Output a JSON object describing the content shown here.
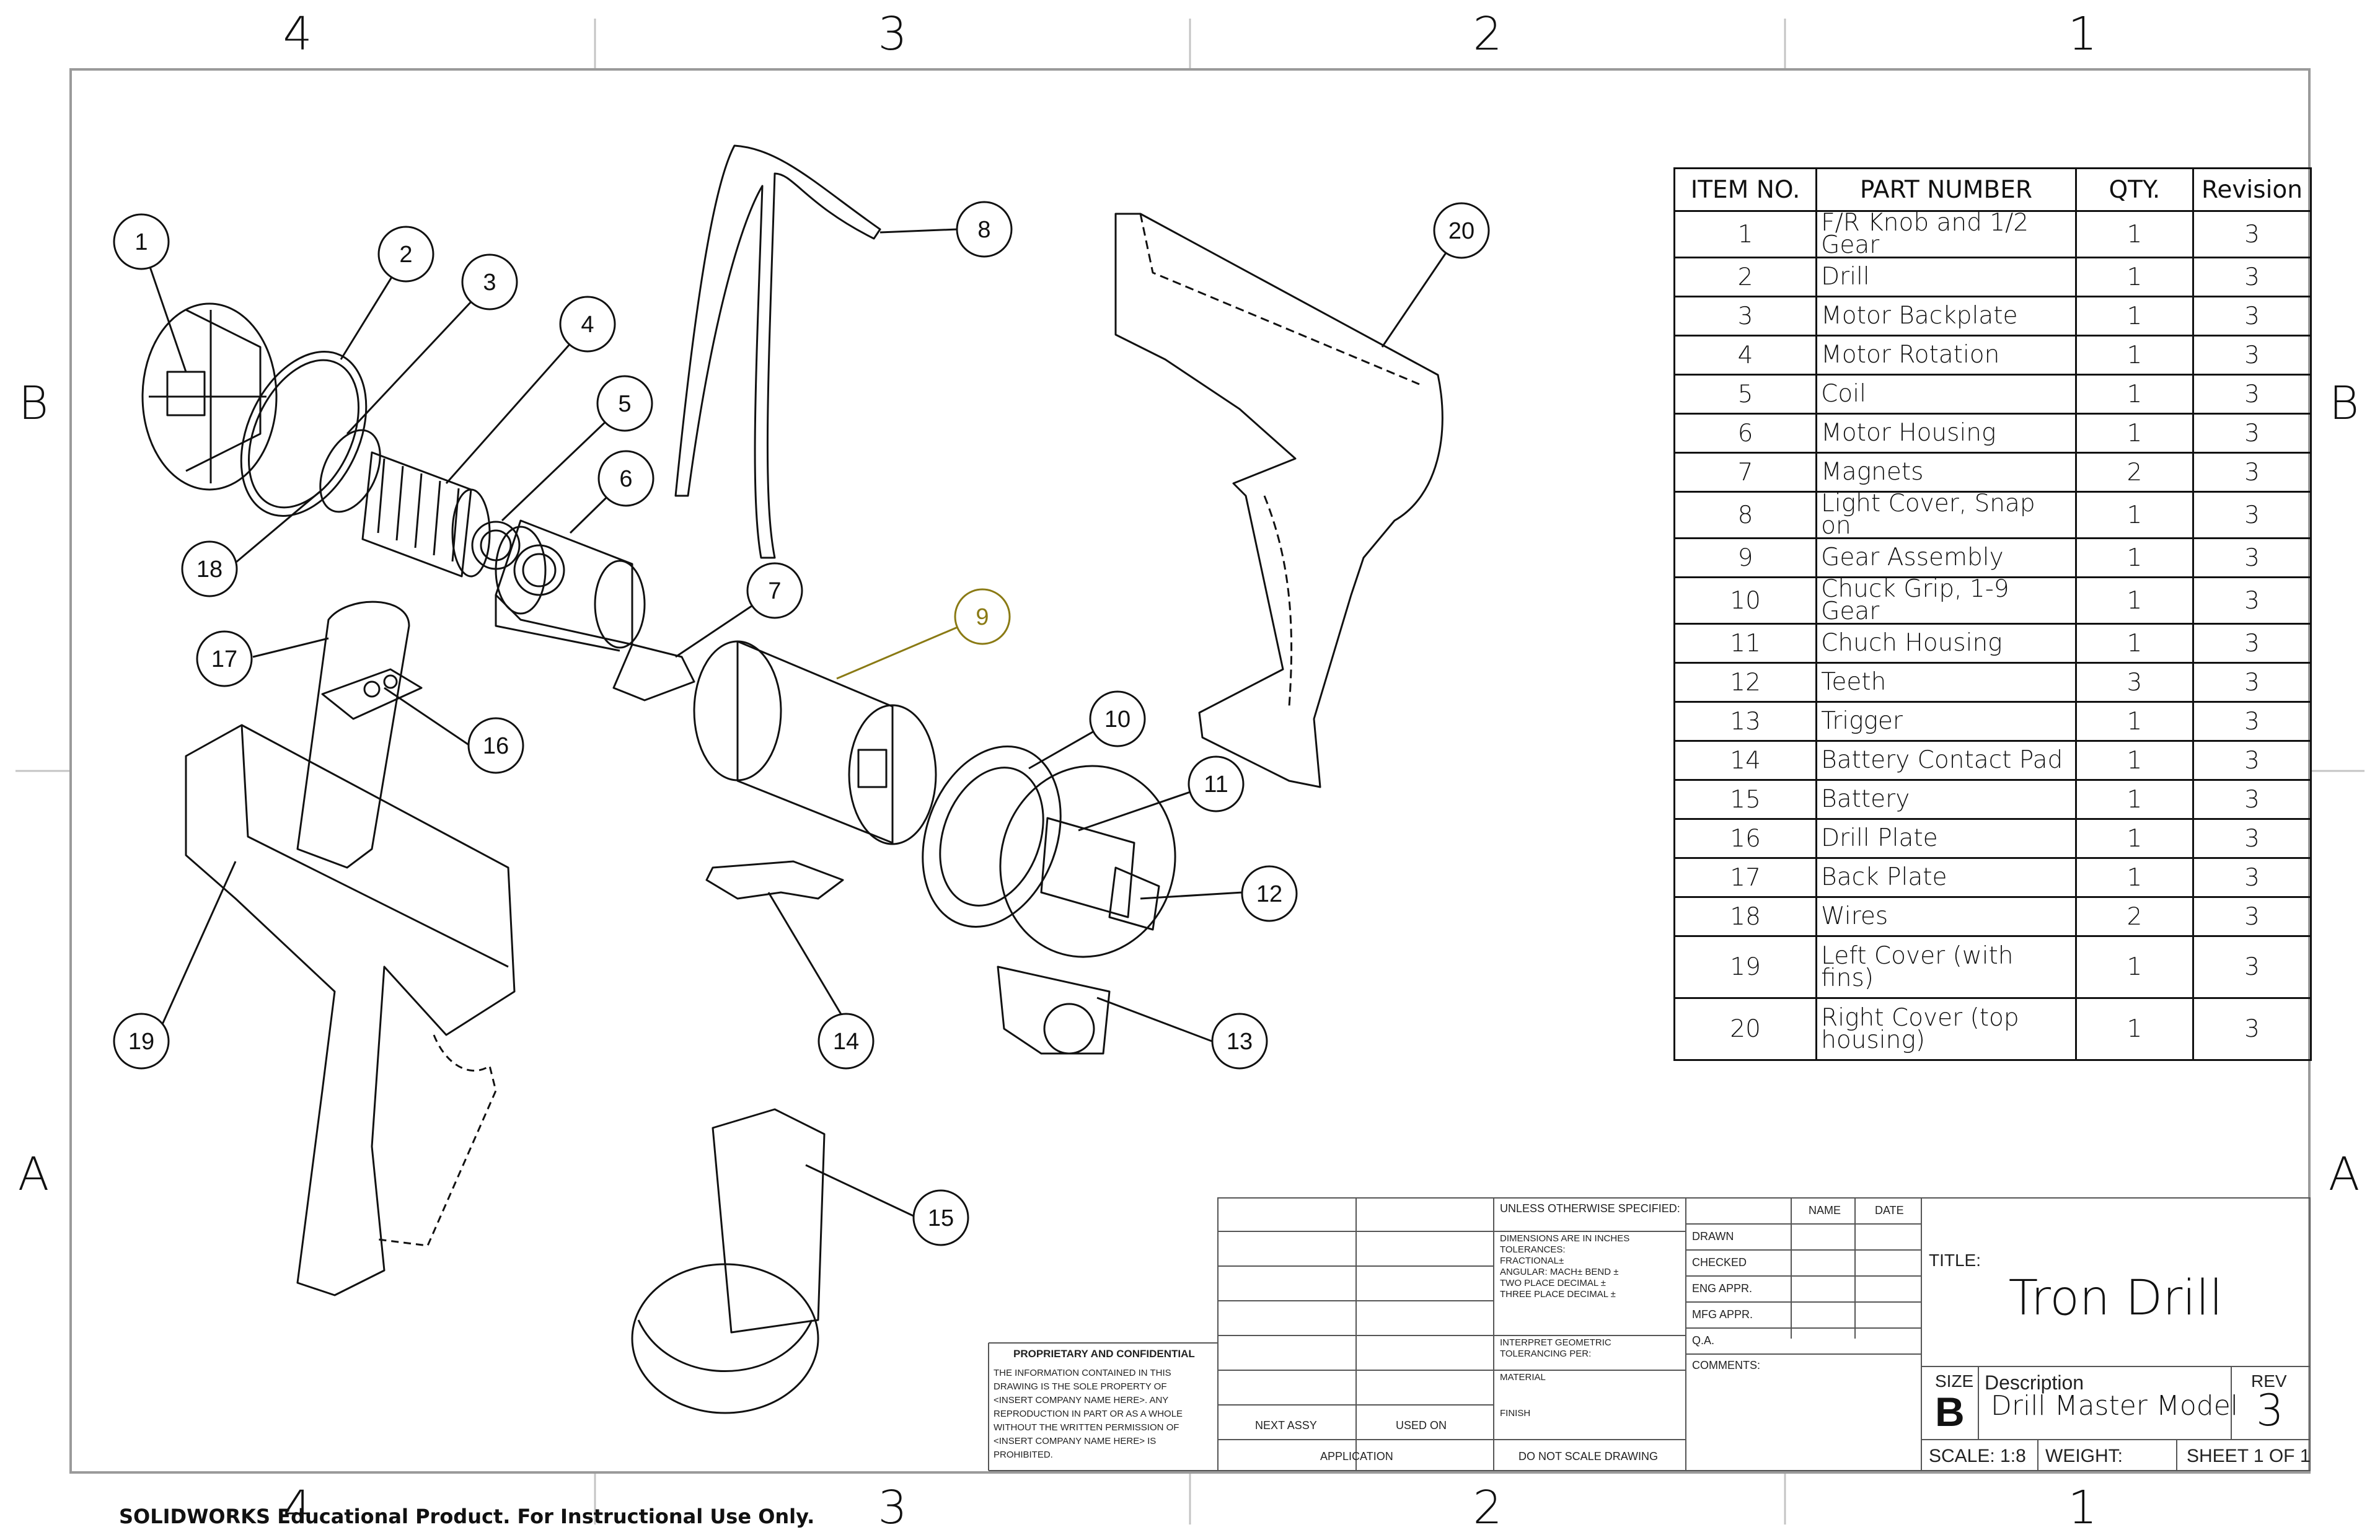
{
  "zones": {
    "top": [
      "4",
      "3",
      "2",
      "1"
    ],
    "bottom": [
      "4",
      "3",
      "2",
      "1"
    ],
    "left": [
      "B",
      "A"
    ],
    "right": [
      "B",
      "A"
    ]
  },
  "balloons": [
    "1",
    "2",
    "3",
    "4",
    "5",
    "6",
    "7",
    "8",
    "9",
    "10",
    "11",
    "12",
    "13",
    "14",
    "15",
    "16",
    "17",
    "18",
    "19",
    "20"
  ],
  "bom": {
    "headers": [
      "ITEM NO.",
      "PART NUMBER",
      "QTY.",
      "Revision"
    ],
    "rows": [
      {
        "item": "1",
        "part": "F/R Knob and 1/2 Gear",
        "qty": "1",
        "rev": "3"
      },
      {
        "item": "2",
        "part": "Drill",
        "qty": "1",
        "rev": "3"
      },
      {
        "item": "3",
        "part": "Motor Backplate",
        "qty": "1",
        "rev": "3"
      },
      {
        "item": "4",
        "part": "Motor Rotation",
        "qty": "1",
        "rev": "3"
      },
      {
        "item": "5",
        "part": "Coil",
        "qty": "1",
        "rev": "3"
      },
      {
        "item": "6",
        "part": "Motor Housing",
        "qty": "1",
        "rev": "3"
      },
      {
        "item": "7",
        "part": "Magnets",
        "qty": "2",
        "rev": "3"
      },
      {
        "item": "8",
        "part": "Light Cover, Snap on",
        "qty": "1",
        "rev": "3"
      },
      {
        "item": "9",
        "part": "Gear Assembly",
        "qty": "1",
        "rev": "3"
      },
      {
        "item": "10",
        "part": "Chuck Grip, 1-9 Gear",
        "qty": "1",
        "rev": "3"
      },
      {
        "item": "11",
        "part": "Chuch Housing",
        "qty": "1",
        "rev": "3"
      },
      {
        "item": "12",
        "part": "Teeth",
        "qty": "3",
        "rev": "3"
      },
      {
        "item": "13",
        "part": "Trigger",
        "qty": "1",
        "rev": "3"
      },
      {
        "item": "14",
        "part": "Battery Contact Pad",
        "qty": "1",
        "rev": "3"
      },
      {
        "item": "15",
        "part": "Battery",
        "qty": "1",
        "rev": "3"
      },
      {
        "item": "16",
        "part": "Drill Plate",
        "qty": "1",
        "rev": "3"
      },
      {
        "item": "17",
        "part": "Back Plate",
        "qty": "1",
        "rev": "3"
      },
      {
        "item": "18",
        "part": "Wires",
        "qty": "2",
        "rev": "3"
      },
      {
        "item": "19",
        "part": "Left Cover (with fins)",
        "qty": "1",
        "rev": "3"
      },
      {
        "item": "20",
        "part": "Right Cover (top housing)",
        "qty": "1",
        "rev": "3"
      }
    ]
  },
  "title_block": {
    "unless_specified": "UNLESS OTHERWISE SPECIFIED:",
    "name_hdr": "NAME",
    "date_hdr": "DATE",
    "dims_note": [
      "DIMENSIONS ARE IN INCHES",
      "TOLERANCES:",
      "FRACTIONAL±",
      "ANGULAR: MACH±    BEND ±",
      "TWO PLACE DECIMAL    ±",
      "THREE PLACE DECIMAL  ±"
    ],
    "interpret": [
      "INTERPRET GEOMETRIC",
      "TOLERANCING PER:"
    ],
    "material": "MATERIAL",
    "finish": "FINISH",
    "do_not_scale": "DO NOT SCALE DRAWING",
    "drawn": "DRAWN",
    "checked": "CHECKED",
    "eng_appr": "ENG APPR.",
    "mfg_appr": "MFG APPR.",
    "qa": "Q.A.",
    "comments": "COMMENTS:",
    "next_assy": "NEXT ASSY",
    "used_on": "USED ON",
    "application": "APPLICATION",
    "proprietary_title": "PROPRIETARY AND CONFIDENTIAL",
    "proprietary_text": [
      "THE INFORMATION CONTAINED IN THIS",
      "DRAWING IS THE SOLE PROPERTY OF",
      "<INSERT COMPANY NAME HERE>.  ANY",
      "REPRODUCTION IN PART OR AS A WHOLE",
      "WITHOUT THE WRITTEN PERMISSION OF",
      "<INSERT COMPANY NAME HERE> IS",
      "PROHIBITED."
    ],
    "title_label": "TITLE:",
    "title": "Tron Drill",
    "size_label": "SIZE",
    "size": "B",
    "description_label": "Description",
    "description": "Drill Master Model",
    "rev_label": "REV",
    "rev": "3",
    "scale": "SCALE: 1:8",
    "weight": "WEIGHT:",
    "sheet": "SHEET 1 OF 1"
  },
  "watermark": "SOLIDWORKS Educational Product. For Instructional Use Only.",
  "colors": {
    "line": "#111111",
    "highlight_balloon": "#8a7a14",
    "frame": "#9a9a9a"
  }
}
